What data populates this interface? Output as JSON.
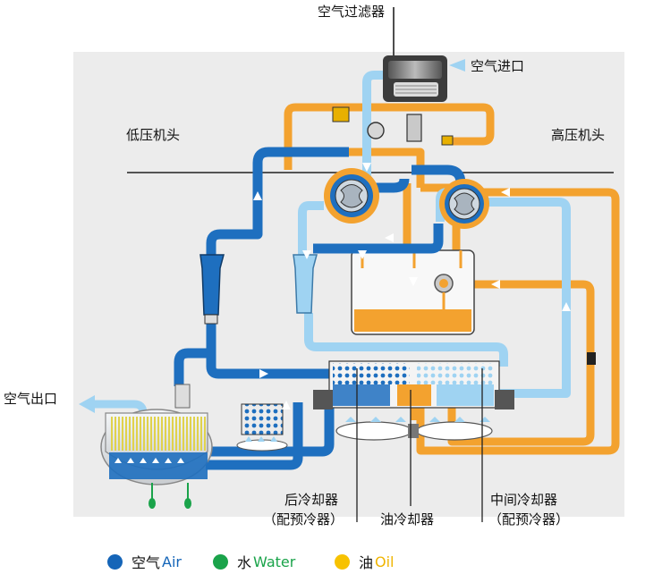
{
  "labels": {
    "air_filter": "空气过滤器",
    "air_inlet": "空气进口",
    "low_pressure_head": "低压机头",
    "high_pressure_head": "高压机头",
    "air_outlet": "空气出口",
    "aftercooler_line1": "后冷却器",
    "aftercooler_line2": "（配预冷器）",
    "oil_cooler": "油冷却器",
    "intercooler_line1": "中间冷却器",
    "intercooler_line2": "（配预冷器）"
  },
  "legend": [
    {
      "cn": "空气",
      "en": "Air",
      "color": "#1565b8",
      "en_color": "#1565b8"
    },
    {
      "cn": "水",
      "en": "Water",
      "color": "#1aa34a",
      "en_color": "#1aa34a"
    },
    {
      "cn": "油",
      "en": "Oil",
      "color": "#f7c200",
      "en_color": "#f0b400"
    }
  ],
  "colors": {
    "air_dark": "#1e6fbf",
    "air_light": "#9fd3f2",
    "oil": "#f3a22f",
    "background_panel": "#ececec"
  }
}
